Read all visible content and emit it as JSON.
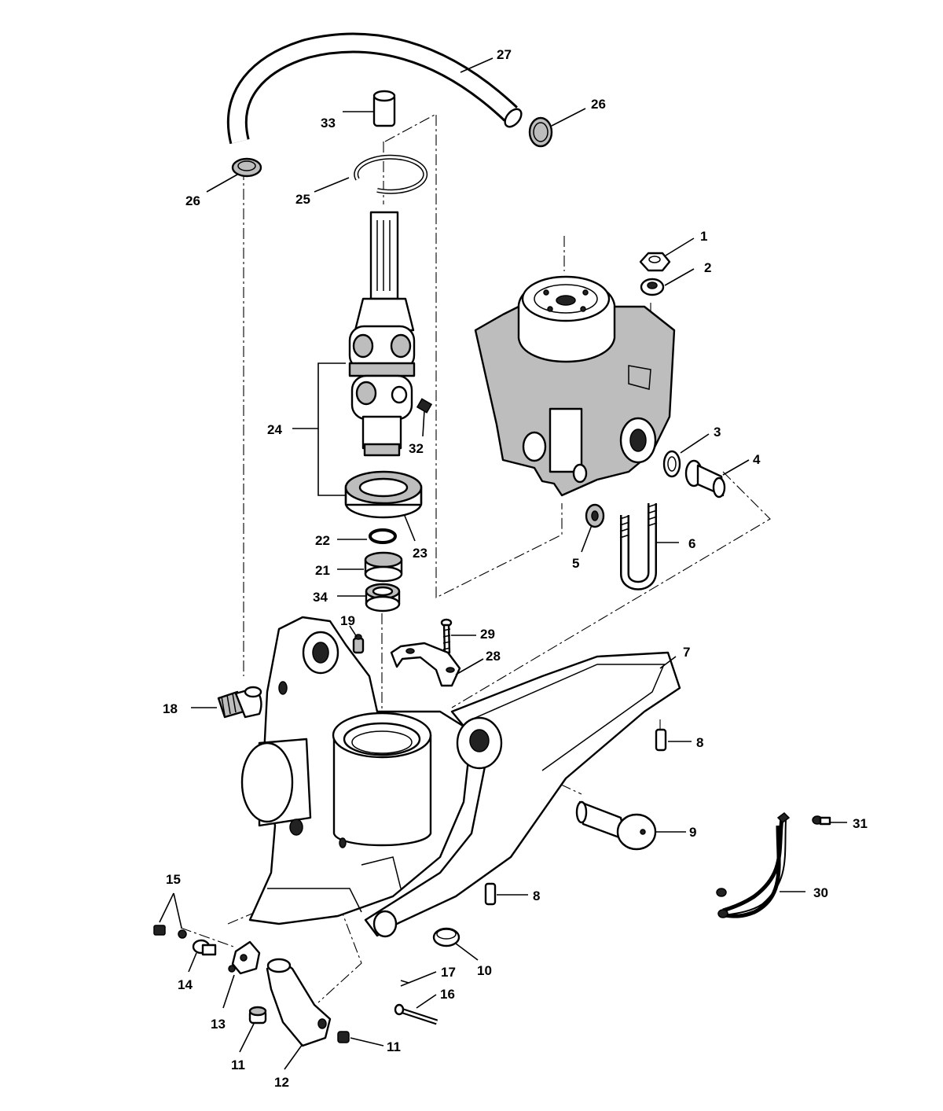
{
  "labels": {
    "l1": "1",
    "l2": "2",
    "l3": "3",
    "l4": "4",
    "l5": "5",
    "l6": "6",
    "l7": "7",
    "l8a": "8",
    "l8b": "8",
    "l9": "9",
    "l10": "10",
    "l11a": "11",
    "l11b": "11",
    "l12": "12",
    "l13": "13",
    "l14": "14",
    "l15": "15",
    "l16": "16",
    "l17": "17",
    "l18": "18",
    "l19": "19",
    "l21": "21",
    "l22": "22",
    "l23": "23",
    "l24": "24",
    "l25": "25",
    "l26a": "26",
    "l26b": "26",
    "l27": "27",
    "l28": "28",
    "l29": "29",
    "l30": "30",
    "l31": "31",
    "l32": "32",
    "l33": "33",
    "l34": "34"
  }
}
